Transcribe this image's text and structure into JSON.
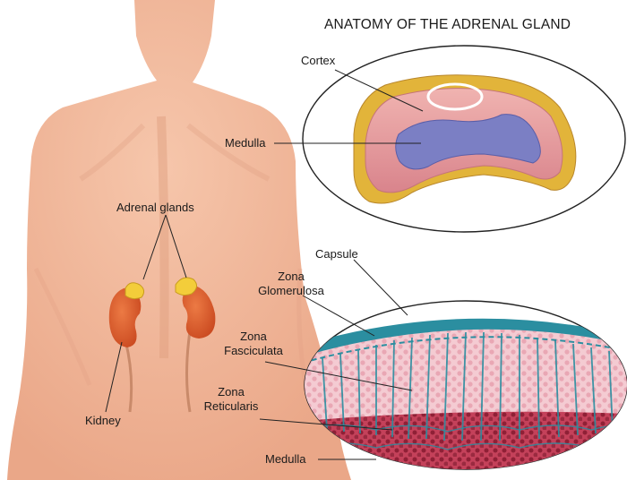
{
  "title": "ANATOMY OF THE ADRENAL GLAND",
  "labels": {
    "cortex": "Cortex",
    "medulla_top": "Medulla",
    "adrenal_glands": "Adrenal glands",
    "kidney": "Kidney",
    "capsule": "Capsule",
    "zona_glomerulosa_1": "Zona",
    "zona_glomerulosa_2": "Glomerulosa",
    "zona_fasciculata_1": "Zona",
    "zona_fasciculata_2": "Fasciculata",
    "zona_reticularis_1": "Zona",
    "zona_reticularis_2": "Reticularis",
    "medulla_bottom": "Medulla"
  },
  "colors": {
    "skin": "#f2b89a",
    "skin_shadow": "#e39f80",
    "kidney": "#d9572b",
    "adrenal": "#f3cd3a",
    "cortex_fat": "#e2b43a",
    "cortex_pink": "#e8a0a4",
    "medulla_purple": "#7b7fc4",
    "capsule_teal": "#2b8ea0",
    "tissue_pink": "#f2c4cc",
    "reticularis_red": "#b0324a"
  }
}
